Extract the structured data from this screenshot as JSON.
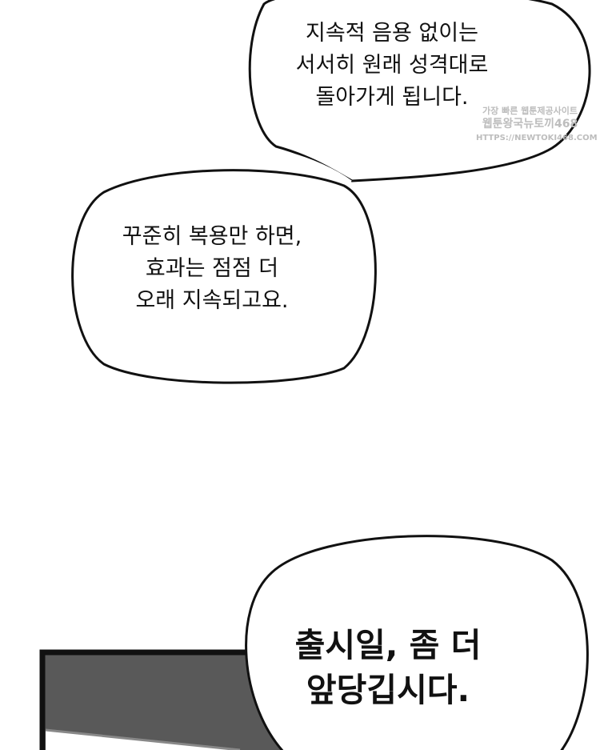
{
  "bubbles": [
    {
      "lines": [
        "지속적 음용 없이는",
        "서서히 원래 성격대로",
        "돌아가게 됩니다."
      ]
    },
    {
      "lines": [
        "꾸준히 복용만 하면,",
        "효과는 점점 더",
        "오래 지속되고요."
      ]
    },
    {
      "lines": [
        "출시일, 좀 더",
        "앞당깁시다."
      ]
    }
  ],
  "watermark": {
    "line1": "가장 빠른 웹툰제공사이트",
    "line2": "웹툰왕국뉴토끼468",
    "line3": "HTTPS://NEWTOKI468.COM"
  },
  "colors": {
    "panel_fill": "#595959",
    "panel_border": "#111111",
    "ink": "#111111"
  }
}
